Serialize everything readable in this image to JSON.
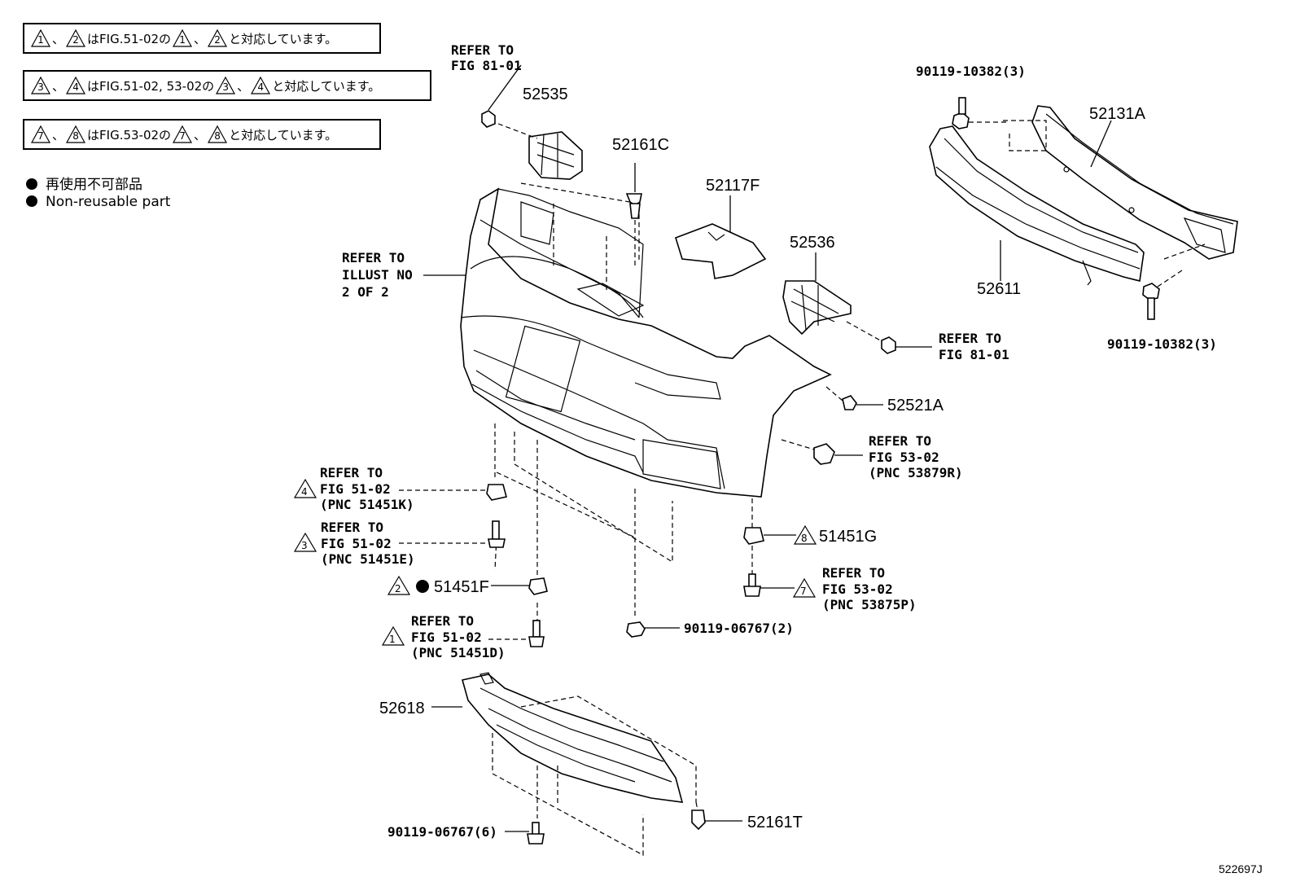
{
  "notes": [
    {
      "a": "1",
      "b": "2",
      "text1": "はFIG.51-02の",
      "text2": "と対応しています。",
      "sep": "、"
    },
    {
      "a": "3",
      "b": "4",
      "text1": "はFIG.51-02, 53-02の",
      "text2": "と対応しています。",
      "sep": "、"
    },
    {
      "a": "7",
      "b": "8",
      "text1": "はFIG.53-02の",
      "text2": "と対応しています。",
      "sep": "、"
    }
  ],
  "legend": {
    "jp": "再使用不可部品",
    "en": "Non-reusable part"
  },
  "labels": {
    "refer_top_1": "REFER TO",
    "refer_top_2": "FIG 81-01",
    "p52535": "52535",
    "p52161C": "52161C",
    "p52117F": "52117F",
    "p52536": "52536",
    "p90119_10382_top": "90119-10382(3)",
    "p52131A": "52131A",
    "p52611": "52611",
    "p90119_10382_bot": "90119-10382(3)",
    "illust_1": "REFER TO",
    "illust_2": "ILLUST NO",
    "illust_3": "2 OF 2",
    "refer_81_1": "REFER TO",
    "refer_81_2": "FIG 81-01",
    "p52521A": "52521A",
    "ref53879_1": "REFER TO",
    "ref53879_2": "FIG 53-02",
    "ref53879_3": "(PNC 53879R)",
    "ref51451K_1": "REFER TO",
    "ref51451K_2": "FIG 51-02",
    "ref51451K_3": "(PNC 51451K)",
    "ref51451K_tri": "4",
    "ref51451E_1": "REFER TO",
    "ref51451E_2": "FIG 51-02",
    "ref51451E_3": "(PNC 51451E)",
    "ref51451E_tri": "3",
    "p51451F": "51451F",
    "p51451F_tri": "2",
    "ref51451D_1": "REFER TO",
    "ref51451D_2": "FIG 51-02",
    "ref51451D_3": "(PNC 51451D)",
    "ref51451D_tri": "1",
    "p51451G": "51451G",
    "p51451G_tri": "8",
    "ref53875_1": "REFER TO",
    "ref53875_2": "FIG 53-02",
    "ref53875_3": "(PNC 53875P)",
    "ref53875_tri": "7",
    "p90119_06767_2": "90119-06767(2)",
    "p52618": "52618",
    "p90119_06767_6": "90119-06767(6)",
    "p52161T": "52161T",
    "figure_id": "522697J"
  }
}
